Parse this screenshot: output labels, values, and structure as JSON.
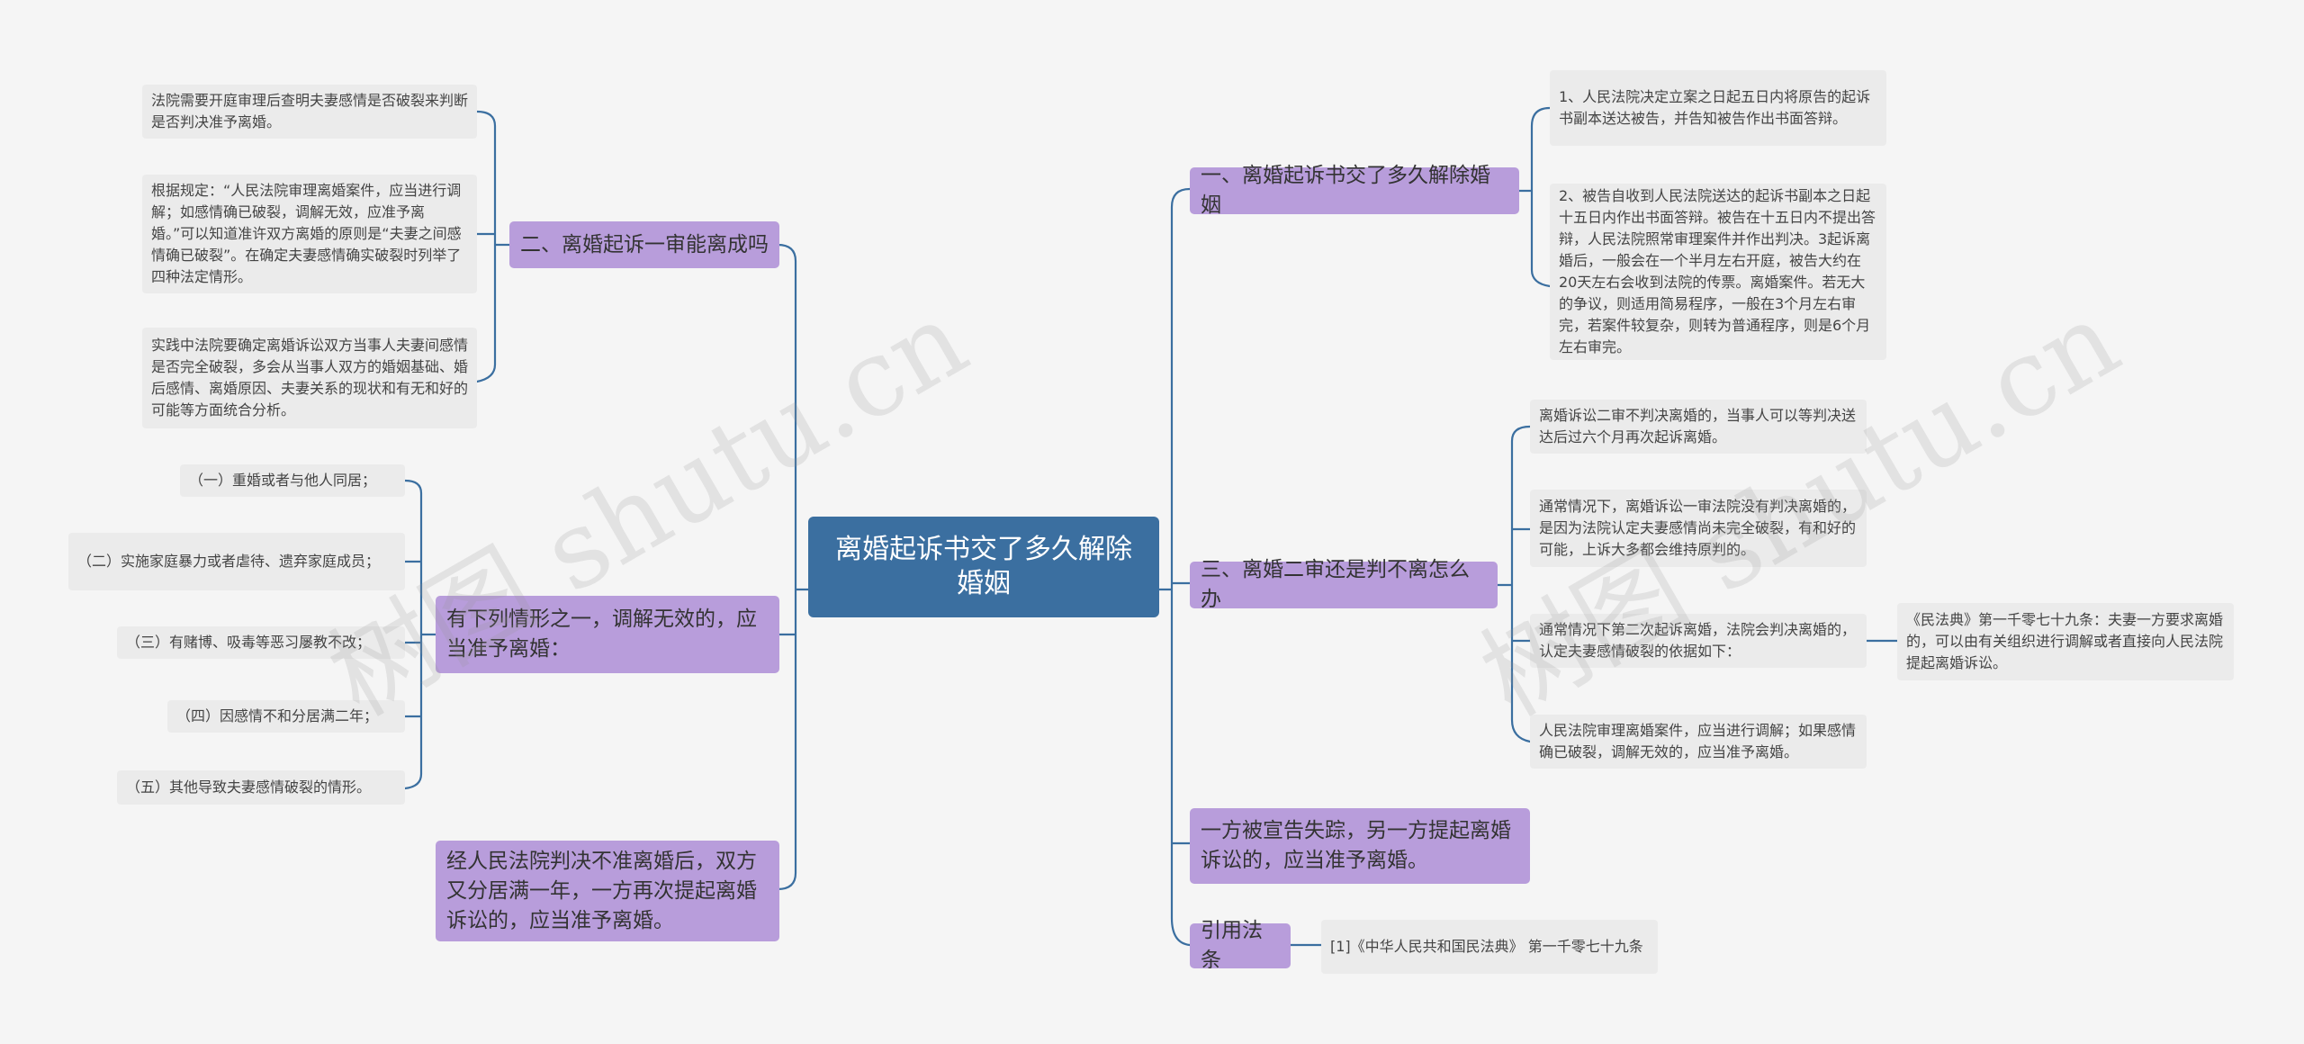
{
  "root": "离婚起诉书交了多久解除婚姻",
  "left": {
    "b1": {
      "label": "二、离婚起诉一审能离成吗",
      "leaves": [
        "法院需要开庭审理后查明夫妻感情是否破裂来判断是否判决准予离婚。",
        "根据规定：“人民法院审理离婚案件，应当进行调解；如感情确已破裂，调解无效，应准予离婚。”可以知道准许双方离婚的原则是“夫妻之间感情确已破裂”。在确定夫妻感情确实破裂时列举了四种法定情形。",
        "实践中法院要确定离婚诉讼双方当事人夫妻间感情是否完全破裂，多会从当事人双方的婚姻基础、婚后感情、离婚原因、夫妻关系的现状和有无和好的可能等方面统合分析。"
      ]
    },
    "b2": {
      "label": "有下列情形之一，调解无效的，应当准予离婚：",
      "leaves": [
        "（一）重婚或者与他人同居；",
        "（二）实施家庭暴力或者虐待、遗弃家庭成员；",
        "（三）有赌博、吸毒等恶习屡教不改；",
        "（四）因感情不和分居满二年；",
        "（五）其他导致夫妻感情破裂的情形。"
      ]
    },
    "b3": {
      "label": "经人民法院判决不准离婚后，双方又分居满一年，一方再次提起离婚诉讼的，应当准予离婚。"
    }
  },
  "right": {
    "b1": {
      "label": "一、离婚起诉书交了多久解除婚姻",
      "leaves": [
        "1、人民法院决定立案之日起五日内将原告的起诉书副本送达被告，并告知被告作出书面答辩。",
        "2、被告自收到人民法院送达的起诉书副本之日起十五日内作出书面答辩。被告在十五日内不提出答辩，人民法院照常审理案件并作出判决。3起诉离婚后，一般会在一个半月左右开庭，被告大约在20天左右会收到法院的传票。离婚案件。若无大的争议，则适用简易程序，一般在3个月左右审完，若案件较复杂，则转为普通程序，则是6个月左右审完。"
      ]
    },
    "b2": {
      "label": "三、离婚二审还是判不离怎么办",
      "leaves": [
        "离婚诉讼二审不判决离婚的，当事人可以等判决送达后过六个月再次起诉离婚。",
        "通常情况下，离婚诉讼一审法院没有判决离婚的，是因为法院认定夫妻感情尚未完全破裂，有和好的可能，上诉大多都会维持原判的。",
        "通常情况下第二次起诉离婚，法院会判决离婚的，认定夫妻感情破裂的依据如下：",
        "人民法院审理离婚案件，应当进行调解；如果感情确已破裂，调解无效的，应当准予离婚。"
      ],
      "sub": "《民法典》第一千零七十九条：夫妻一方要求离婚的，可以由有关组织进行调解或者直接向人民法院提起离婚诉讼。"
    },
    "b3": {
      "label": "一方被宣告失踪，另一方提起离婚诉讼的，应当准予离婚。"
    },
    "b4": {
      "label": "引用法条",
      "leaves": [
        "[1]《中华人民共和国民法典》 第一千零七十九条"
      ]
    }
  },
  "watermark": [
    "树图 shutu.cn",
    "树图 shutu.cn"
  ],
  "colors": {
    "root": "#3b6fa0",
    "branch": "#b89ddb",
    "leaf": "#ebebeb",
    "line": "#3b6fa0",
    "background": "#f5f5f5"
  }
}
